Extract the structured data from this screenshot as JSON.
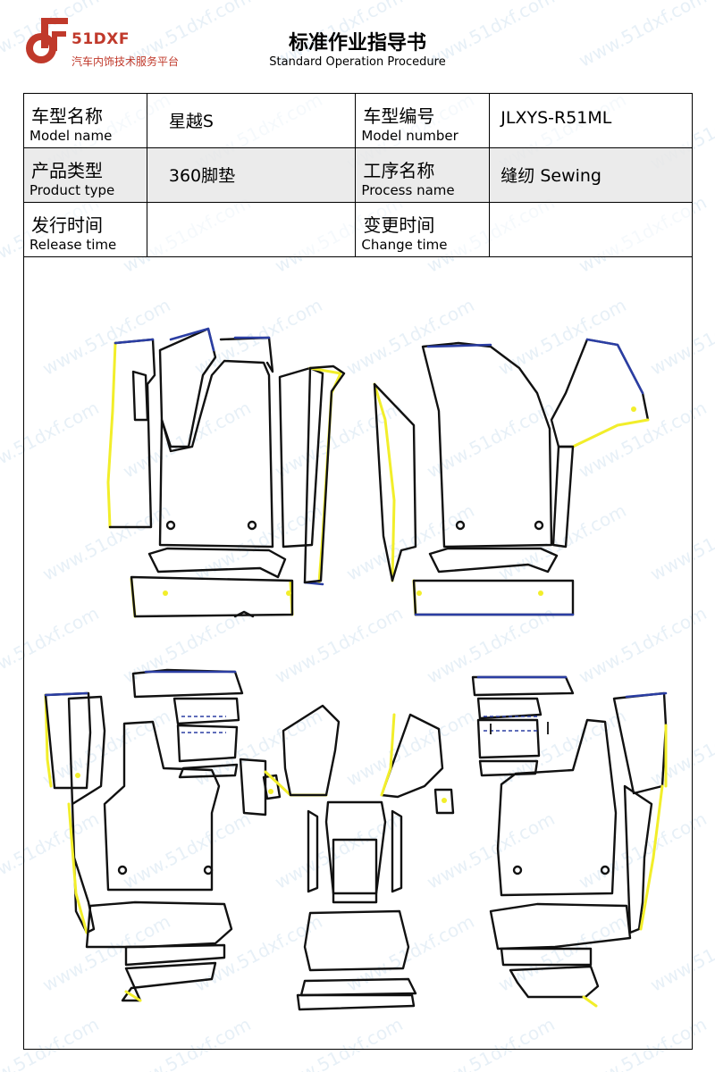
{
  "brand": {
    "name": "51DXF",
    "subtitle": "汽车内饰技术服务平台",
    "accent_color": "#c0392b"
  },
  "watermark": "www.51dxf.com",
  "document": {
    "title": "标准作业指导书",
    "subtitle": "Standard Operation Procedure"
  },
  "info": {
    "model_name": {
      "label_zh": "车型名称",
      "label_en": "Model name",
      "value": "星越S"
    },
    "model_number": {
      "label_zh": "车型编号",
      "label_en": "Model number",
      "value": "JLXYS-R51ML"
    },
    "product_type": {
      "label_zh": "产品类型",
      "label_en": "Product type",
      "value": "360脚垫"
    },
    "process_name": {
      "label_zh": "工序名称",
      "label_en": "Process name",
      "value": "缝纫 Sewing"
    },
    "release_time": {
      "label_zh": "发行时间",
      "label_en": "Release time",
      "value": ""
    },
    "change_time": {
      "label_zh": "变更时间",
      "label_en": "Change time",
      "value": ""
    }
  },
  "drawing": {
    "type": "floor-mat pattern pieces",
    "stroke_colors": {
      "outline": "#111111",
      "yellow_edge": "#f2ee2a",
      "blue_edge": "#2b3ea3"
    }
  }
}
